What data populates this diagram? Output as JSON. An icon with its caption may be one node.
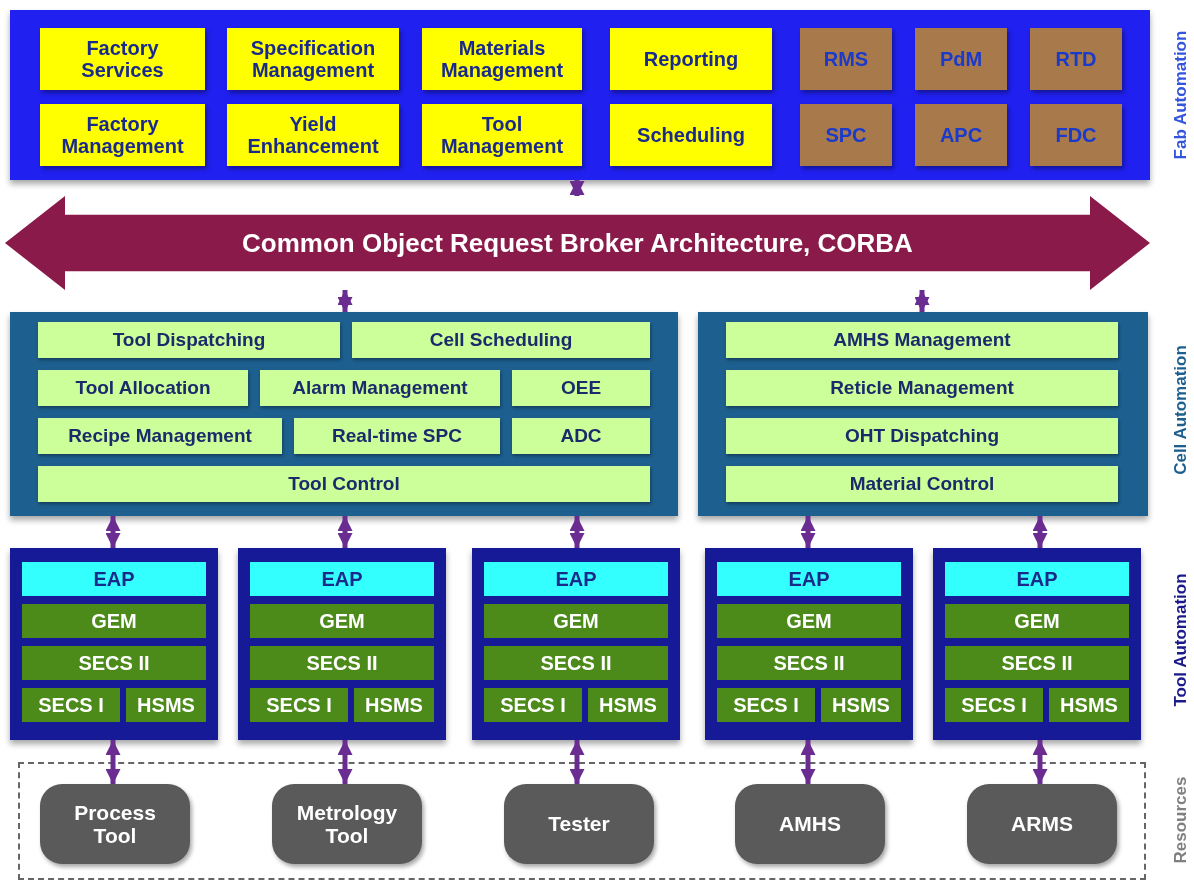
{
  "diagram": {
    "nodes": [
      {
        "text": [],
        "shape": "box"
      },
      {
        "text": [
          "Factory Services"
        ],
        "in": 0
      },
      {
        "text": [
          "Specification Management"
        ],
        "in": 0
      },
      {
        "text": [
          "Materials Management"
        ],
        "in": 0
      },
      {
        "text": [
          "Reporting"
        ],
        "in": 0
      },
      {
        "text": [
          "RMS"
        ],
        "in": 0
      },
      {
        "text": [
          "PdM"
        ],
        "in": 0
      },
      {
        "text": [
          "RTD"
        ],
        "in": 0
      },
      {
        "text": [
          "Factory Management"
        ],
        "in": 0
      },
      {
        "text": [
          "Yield Enhancement"
        ],
        "in": 0
      },
      {
        "text": [
          "Tool Management"
        ],
        "in": 0
      },
      {
        "text": [
          "Scheduling"
        ],
        "in": 0
      },
      {
        "text": [
          "SPC"
        ],
        "in": 0
      },
      {
        "text": [
          "APC"
        ],
        "in": 0
      },
      {
        "text": [
          "FDC"
        ],
        "in": 0
      },
      {
        "text": [
          "Common Object Request Broker Architecture, CORBA"
        ]
      },
      {
        "text": [],
        "shape": "box"
      },
      {
        "text": [
          "Tool Dispatching"
        ],
        "in": 16
      },
      {
        "text": [
          "Cell Scheduling"
        ],
        "in": 16
      },
      {
        "text": [
          "Tool Allocation"
        ],
        "in": 16
      },
      {
        "text": [
          "Alarm Management"
        ],
        "in": 16
      },
      {
        "text": [
          "OEE"
        ],
        "in": 16
      },
      {
        "text": [
          "Recipe Management"
        ],
        "in": 16
      },
      {
        "text": [
          "Real-time SPC"
        ],
        "in": 16
      },
      {
        "text": [
          "ADC"
        ],
        "in": 16
      },
      {
        "text": [
          "Tool Control"
        ],
        "in": 16
      },
      {
        "text": [],
        "shape": "box"
      },
      {
        "text": [
          "AMHS Management"
        ],
        "in": 26
      },
      {
        "text": [
          "Reticle Management"
        ],
        "in": 26
      },
      {
        "text": [
          "OHT Dispatching"
        ],
        "in": 26
      },
      {
        "text": [
          "Material Control"
        ],
        "in": 26
      },
      {
        "text": [],
        "shape": "box"
      },
      {
        "text": [
          "EAP"
        ],
        "in": 31
      },
      {
        "text": [
          "GEM"
        ],
        "in": 31
      },
      {
        "text": [
          "SECS II"
        ],
        "in": 31
      },
      {
        "text": [
          "SECS I"
        ],
        "in": 31
      },
      {
        "text": [
          "HSMS"
        ],
        "in": 31
      },
      {
        "text": [],
        "shape": "box"
      },
      {
        "text": [
          "EAP"
        ],
        "in": 37
      },
      {
        "text": [
          "GEM"
        ],
        "in": 37
      },
      {
        "text": [
          "SECS II"
        ],
        "in": 37
      },
      {
        "text": [
          "SECS I"
        ],
        "in": 37
      },
      {
        "text": [
          "HSMS"
        ],
        "in": 37
      },
      {
        "text": [],
        "shape": "box"
      },
      {
        "text": [
          "EAP"
        ],
        "in": 43
      },
      {
        "text": [
          "GEM"
        ],
        "in": 43
      },
      {
        "text": [
          "SECS II"
        ],
        "in": 43
      },
      {
        "text": [
          "SECS I"
        ],
        "in": 43
      },
      {
        "text": [
          "HSMS"
        ],
        "in": 43
      },
      {
        "text": [],
        "shape": "box"
      },
      {
        "text": [
          "EAP"
        ],
        "in": 49
      },
      {
        "text": [
          "GEM"
        ],
        "in": 49
      },
      {
        "text": [
          "SECS II"
        ],
        "in": 49
      },
      {
        "text": [
          "SECS I"
        ],
        "in": 49
      },
      {
        "text": [
          "HSMS"
        ],
        "in": 49
      },
      {
        "text": [],
        "shape": "box"
      },
      {
        "text": [
          "EAP"
        ],
        "in": 55
      },
      {
        "text": [
          "GEM"
        ],
        "in": 55
      },
      {
        "text": [
          "SECS II"
        ],
        "in": 55
      },
      {
        "text": [
          "SECS I"
        ],
        "in": 55
      },
      {
        "text": [
          "HSMS"
        ],
        "in": 55
      },
      {
        "text": [],
        "shape": "box"
      },
      {
        "text": [
          "Process Tool"
        ],
        "in": 61
      },
      {
        "text": [
          "Metrology Tool"
        ],
        "in": 61
      },
      {
        "text": [
          "Tester"
        ],
        "in": 61
      },
      {
        "text": [
          "AMHS"
        ],
        "in": 61
      },
      {
        "text": [
          "ARMS"
        ],
        "in": 61
      }
    ],
    "edges": [
      {
        "from": 0,
        "to": 15,
        "arrow": "both"
      },
      {
        "from": 15,
        "to": 16,
        "arrow": "both"
      },
      {
        "from": 15,
        "to": 26,
        "arrow": "both"
      },
      {
        "from": 16,
        "to": 31,
        "arrow": "both"
      },
      {
        "from": 16,
        "to": 37,
        "arrow": "both"
      },
      {
        "from": 16,
        "to": 43,
        "arrow": "both"
      },
      {
        "from": 26,
        "to": 49,
        "arrow": "both"
      },
      {
        "from": 26,
        "to": 55,
        "arrow": "both"
      },
      {
        "from": 31,
        "to": 62,
        "arrow": "both"
      },
      {
        "from": 37,
        "to": 63,
        "arrow": "both"
      },
      {
        "from": 43,
        "to": 64,
        "arrow": "both"
      },
      {
        "from": 49,
        "to": 65,
        "arrow": "both"
      },
      {
        "from": 55,
        "to": 66,
        "arrow": "both"
      }
    ],
    "labels": [
      "Fab Automation",
      "Cell Automation",
      "Tool Automation",
      "Resources"
    ]
  }
}
